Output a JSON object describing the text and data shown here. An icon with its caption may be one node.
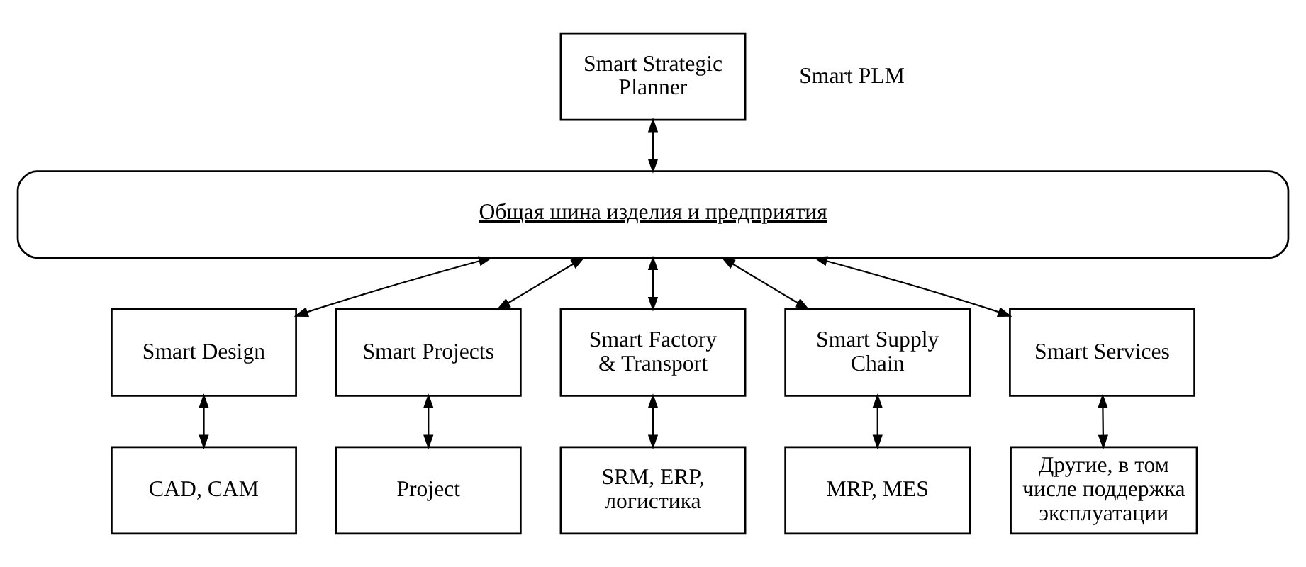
{
  "diagram": {
    "nodes": [
      {
        "text": [
          "Smart Strategic Planner"
        ]
      },
      {
        "text": [
          "Общая шина изделия и предприятия"
        ]
      },
      {
        "text": [
          "Smart Design"
        ]
      },
      {
        "text": [
          "Smart Projects"
        ]
      },
      {
        "text": [
          "Smart Factory & Transport"
        ]
      },
      {
        "text": [
          "Smart Supply Chain"
        ]
      },
      {
        "text": [
          "Smart Services"
        ]
      },
      {
        "text": [
          "CAD, CAM"
        ]
      },
      {
        "text": [
          "Project"
        ]
      },
      {
        "text": [
          "SRM, ERP, логистика"
        ]
      },
      {
        "text": [
          "MRP, MES"
        ]
      },
      {
        "text": [
          "Другие, в том числе поддержка эксплуатации"
        ]
      }
    ],
    "edges": [
      {
        "from": 0,
        "to": 1,
        "arrow": "both"
      },
      {
        "from": 1,
        "to": 2,
        "arrow": "both"
      },
      {
        "from": 1,
        "to": 3,
        "arrow": "both"
      },
      {
        "from": 1,
        "to": 4,
        "arrow": "both"
      },
      {
        "from": 1,
        "to": 5,
        "arrow": "both"
      },
      {
        "from": 1,
        "to": 6,
        "arrow": "both"
      },
      {
        "from": 2,
        "to": 7,
        "arrow": "both"
      },
      {
        "from": 3,
        "to": 8,
        "arrow": "both"
      },
      {
        "from": 4,
        "to": 9,
        "arrow": "both"
      },
      {
        "from": 5,
        "to": 10,
        "arrow": "both"
      },
      {
        "from": 6,
        "to": 11,
        "arrow": "both"
      }
    ],
    "labels": [
      "Smart PLM"
    ]
  }
}
